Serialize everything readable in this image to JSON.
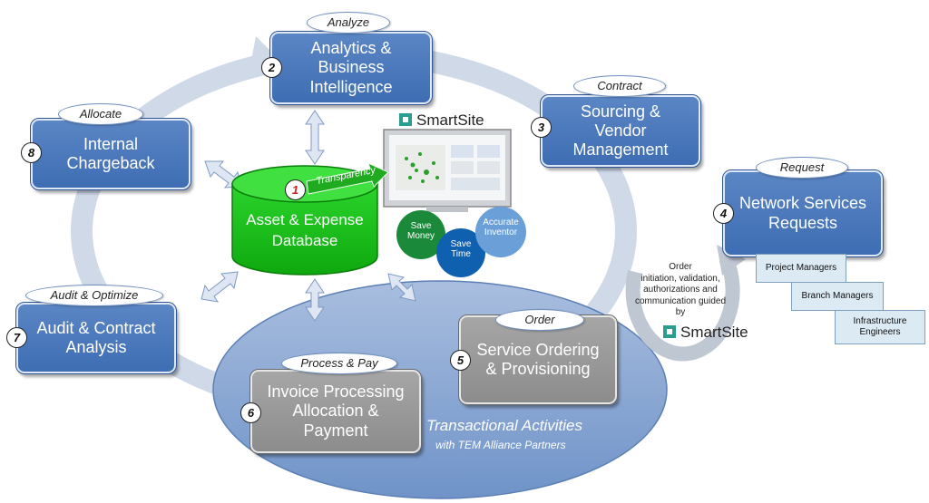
{
  "steps": {
    "analyze": {
      "tag": "Analyze",
      "num": "2",
      "lines": [
        "Analytics &",
        "Business",
        "Intelligence"
      ]
    },
    "contract": {
      "tag": "Contract",
      "num": "3",
      "lines": [
        "Sourcing &",
        "Vendor",
        "Management"
      ]
    },
    "request": {
      "tag": "Request",
      "num": "4",
      "lines": [
        "Network Services",
        "Requests"
      ]
    },
    "order": {
      "tag": "Order",
      "num": "5",
      "lines": [
        "Service Ordering",
        "& Provisioning"
      ]
    },
    "process": {
      "tag": "Process & Pay",
      "num": "6",
      "lines": [
        "Invoice Processing",
        "Allocation &",
        "Payment"
      ]
    },
    "audit": {
      "tag": "Audit & Optimize",
      "num": "7",
      "lines": [
        "Audit & Contract",
        "Analysis"
      ]
    },
    "allocate": {
      "tag": "Allocate",
      "num": "8",
      "lines": [
        "Internal",
        "Chargeback"
      ]
    }
  },
  "database": {
    "num": "1",
    "transparency": "Transparency",
    "lines": [
      "Asset & Expense",
      "Database"
    ]
  },
  "brand": {
    "name": "SmartSite"
  },
  "benefits": {
    "save_money": [
      "Save",
      "Money"
    ],
    "save_time": [
      "Save",
      "Time"
    ],
    "accurate": [
      "Accurate",
      "Inventor"
    ]
  },
  "requesters": [
    "Project Managers",
    "Branch Managers",
    "Infrastructure Engineers"
  ],
  "order_note": [
    "Order",
    "initiation, validation,",
    "authorizations and",
    "communication guided",
    "by"
  ],
  "transactional": {
    "title": "Transactional Activities",
    "subtitle": "with TEM Alliance Partners"
  },
  "colors": {
    "blue_box": "#4472c4",
    "gray_box": "#969696",
    "database": "#16c216",
    "ring": "#c9d5e6",
    "ellipse": "#8eaad2"
  }
}
